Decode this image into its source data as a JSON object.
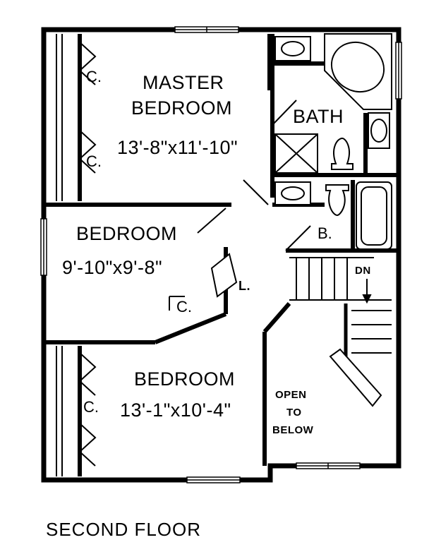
{
  "rooms": {
    "master_title_1": "MASTER",
    "master_title_2": "BEDROOM",
    "master_dims": "13'-8\"x11'-10\"",
    "bath": "BATH",
    "bed2_title": "BEDROOM",
    "bed2_dims": "9'-10\"x9'-8\"",
    "bed3_title": "BEDROOM",
    "bed3_dims": "13'-1\"x10'-4\"",
    "b_label": "B.",
    "dn_label": "DN",
    "linen_label": "L.",
    "open_1": "OPEN",
    "open_2": "TO",
    "open_3": "BELOW"
  },
  "closets": {
    "master_upper": "C.",
    "master_lower": "C.",
    "bed2": "C.",
    "bed3": "C."
  },
  "caption": "SECOND FLOOR"
}
